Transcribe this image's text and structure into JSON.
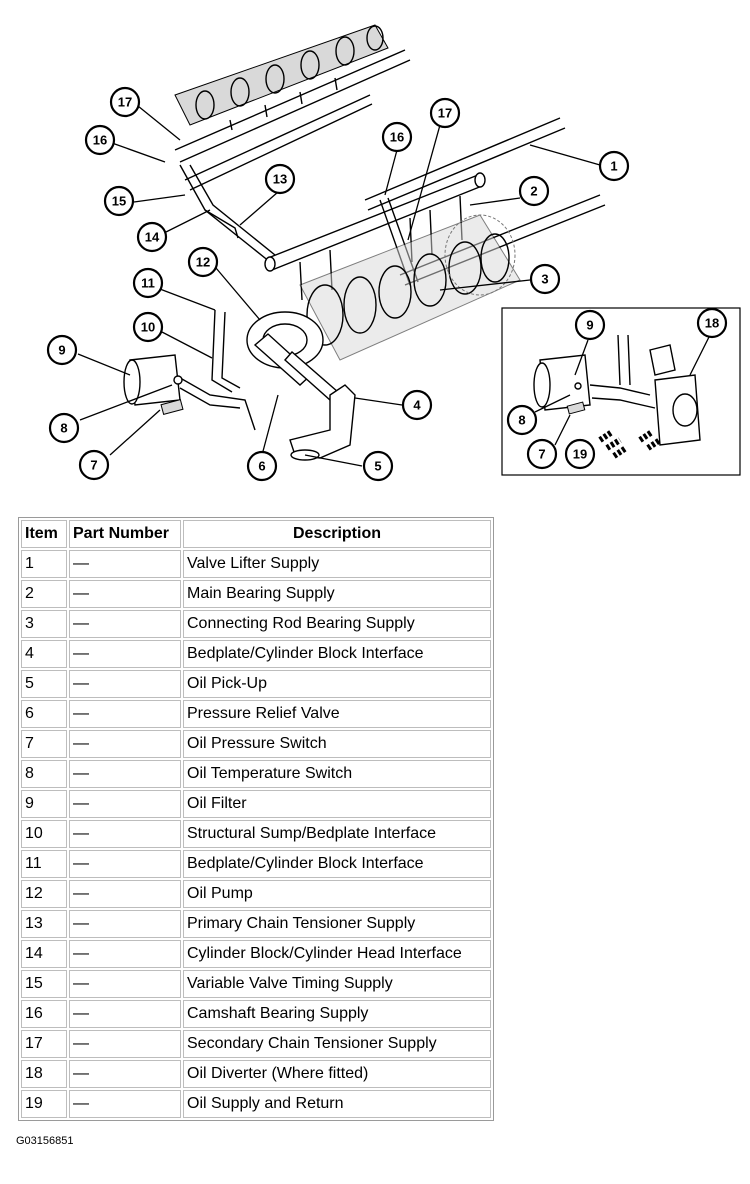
{
  "callouts": {
    "c1": "1",
    "c2": "2",
    "c3": "3",
    "c4": "4",
    "c5": "5",
    "c6": "6",
    "c7": "7",
    "c8": "8",
    "c9": "9",
    "c10": "10",
    "c11": "11",
    "c12": "12",
    "c13": "13",
    "c14": "14",
    "c15": "15",
    "c16a": "16",
    "c16b": "16",
    "c17a": "17",
    "c17b": "17",
    "inset_c9": "9",
    "inset_c18": "18",
    "inset_c8": "8",
    "inset_c7": "7",
    "inset_c19": "19"
  },
  "table": {
    "headers": {
      "item": "Item",
      "part_number": "Part Number",
      "description": "Description"
    },
    "rows": [
      {
        "item": "1",
        "part_number": "—",
        "description": "Valve Lifter Supply"
      },
      {
        "item": "2",
        "part_number": "—",
        "description": "Main Bearing Supply"
      },
      {
        "item": "3",
        "part_number": "—",
        "description": "Connecting Rod Bearing Supply"
      },
      {
        "item": "4",
        "part_number": "—",
        "description": "Bedplate/Cylinder Block Interface"
      },
      {
        "item": "5",
        "part_number": "—",
        "description": "Oil Pick-Up"
      },
      {
        "item": "6",
        "part_number": "—",
        "description": "Pressure Relief Valve"
      },
      {
        "item": "7",
        "part_number": "—",
        "description": "Oil Pressure Switch"
      },
      {
        "item": "8",
        "part_number": "—",
        "description": "Oil Temperature Switch"
      },
      {
        "item": "9",
        "part_number": "—",
        "description": "Oil Filter"
      },
      {
        "item": "10",
        "part_number": "—",
        "description": "Structural Sump/Bedplate Interface"
      },
      {
        "item": "11",
        "part_number": "—",
        "description": "Bedplate/Cylinder Block Interface"
      },
      {
        "item": "12",
        "part_number": "—",
        "description": "Oil Pump"
      },
      {
        "item": "13",
        "part_number": "—",
        "description": "Primary Chain Tensioner Supply"
      },
      {
        "item": "14",
        "part_number": "—",
        "description": "Cylinder Block/Cylinder Head Interface"
      },
      {
        "item": "15",
        "part_number": "—",
        "description": "Variable Valve Timing Supply"
      },
      {
        "item": "16",
        "part_number": "—",
        "description": "Camshaft Bearing Supply"
      },
      {
        "item": "17",
        "part_number": "—",
        "description": "Secondary Chain Tensioner Supply"
      },
      {
        "item": "18",
        "part_number": "—",
        "description": "Oil Diverter (Where fitted)"
      },
      {
        "item": "19",
        "part_number": "—",
        "description": "Oil Supply and Return"
      }
    ]
  },
  "figure_id": "G03156851"
}
